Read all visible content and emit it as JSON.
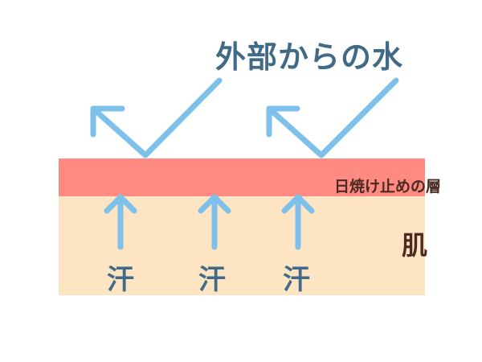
{
  "title": "外部からの水",
  "layers": {
    "sunscreen_label": "日焼け止めの層",
    "skin_label": "肌"
  },
  "sweat": [
    "汗",
    "汗",
    "汗"
  ],
  "colors": {
    "arrow": "#7dc0ea",
    "sunscreen_layer": "#fe8a81",
    "skin_layer": "#fde5c4",
    "title_text": "#406a86",
    "label_text": "#4a2a22"
  }
}
